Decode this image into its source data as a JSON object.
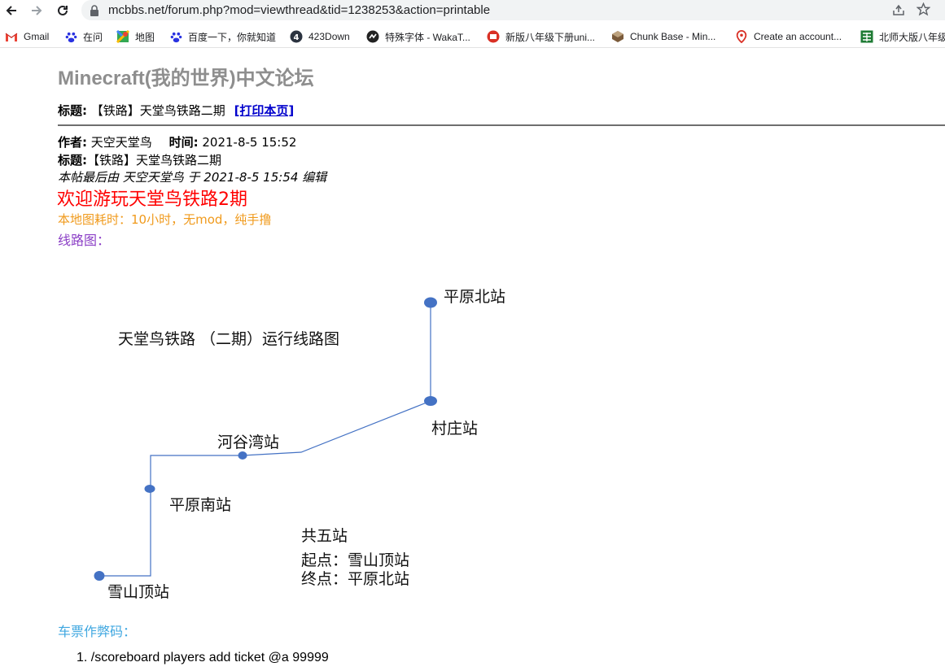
{
  "browser": {
    "url": "mcbbs.net/forum.php?mod=viewthread&tid=1238253&action=printable",
    "bookmarks": [
      {
        "label": "Gmail",
        "icon": "gmail-icon"
      },
      {
        "label": "在问",
        "icon": "baidu-paw-icon"
      },
      {
        "label": "地图",
        "icon": "maps-icon"
      },
      {
        "label": "百度一下，你就知道",
        "icon": "baidu-paw-icon"
      },
      {
        "label": "423Down",
        "icon": "423down-icon"
      },
      {
        "label": "特殊字体 - WakaT...",
        "icon": "wakatime-icon"
      },
      {
        "label": "新版八年级下册uni...",
        "icon": "textbook-icon"
      },
      {
        "label": "Chunk Base - Min...",
        "icon": "chunkbase-icon"
      },
      {
        "label": "Create an account...",
        "icon": "location-pin-icon"
      },
      {
        "label": "北师大版八年级",
        "icon": "bnu-icon"
      }
    ]
  },
  "page": {
    "site_title": "Minecraft(我的世界)中文论坛",
    "subject_label": "标题:",
    "subject": "【铁路】天堂鸟铁路二期",
    "print_link": "[打印本页]",
    "author_label": "作者:",
    "author": "天空天堂鸟",
    "time_label": "时间:",
    "time": "2021-8-5 15:52",
    "post_title_label": "标题:",
    "post_title": "【铁路】天堂鸟铁路二期",
    "edited_note": "本帖最后由 天空天堂鸟 于 2021-8-5 15:54 编辑",
    "welcome": "欢迎游玩天堂鸟铁路2期",
    "map_info": "本地图耗时：10小时，无mod，纯手撸",
    "route_label": "线路图：",
    "cheat_label": "车票作弊码：",
    "commands": [
      "1. /scoreboard players add ticket @a 99999"
    ]
  },
  "diagram": {
    "title": "天堂鸟铁路 （二期）运行线路图",
    "stations": [
      "平原北站",
      "村庄站",
      "河谷湾站",
      "平原南站",
      "雪山顶站"
    ],
    "summary": [
      "共五站",
      "起点：雪山顶站",
      "终点：平原北站"
    ],
    "line_color": "#4472c4",
    "node_color": "#4472c4"
  },
  "colors": {
    "site_title": "#8e8e8e",
    "welcome": "#ff0000",
    "map_info": "#f09a1c",
    "route_label": "#8b3fc6",
    "cheat_label": "#3fa7e0",
    "print_link": "#0000cc"
  }
}
